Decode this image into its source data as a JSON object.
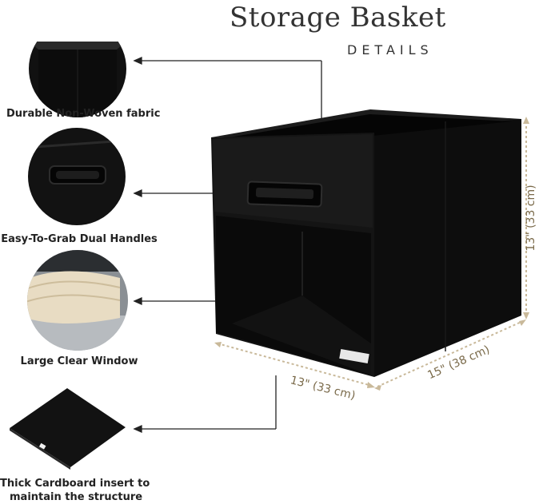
{
  "header": {
    "title": "Storage Basket",
    "subtitle": "DETAILS"
  },
  "features": [
    {
      "label": "Durable Non-Woven fabric",
      "icon": "fabric-closeup"
    },
    {
      "label": "Easy-To-Grab Dual Handles",
      "icon": "handle-closeup"
    },
    {
      "label": "Large Clear Window",
      "icon": "window-closeup"
    },
    {
      "label_line1": "Thick Cardboard insert to",
      "label_line2": "maintain the structure",
      "icon": "cardboard-insert"
    }
  ],
  "dimensions": {
    "height": "13\" (33 cm)",
    "width": "13\" (33 cm)",
    "depth": "15\" (38 cm)"
  },
  "colors": {
    "product": "#141414",
    "dimension_line": "#c9b99a",
    "text": "#222222"
  }
}
